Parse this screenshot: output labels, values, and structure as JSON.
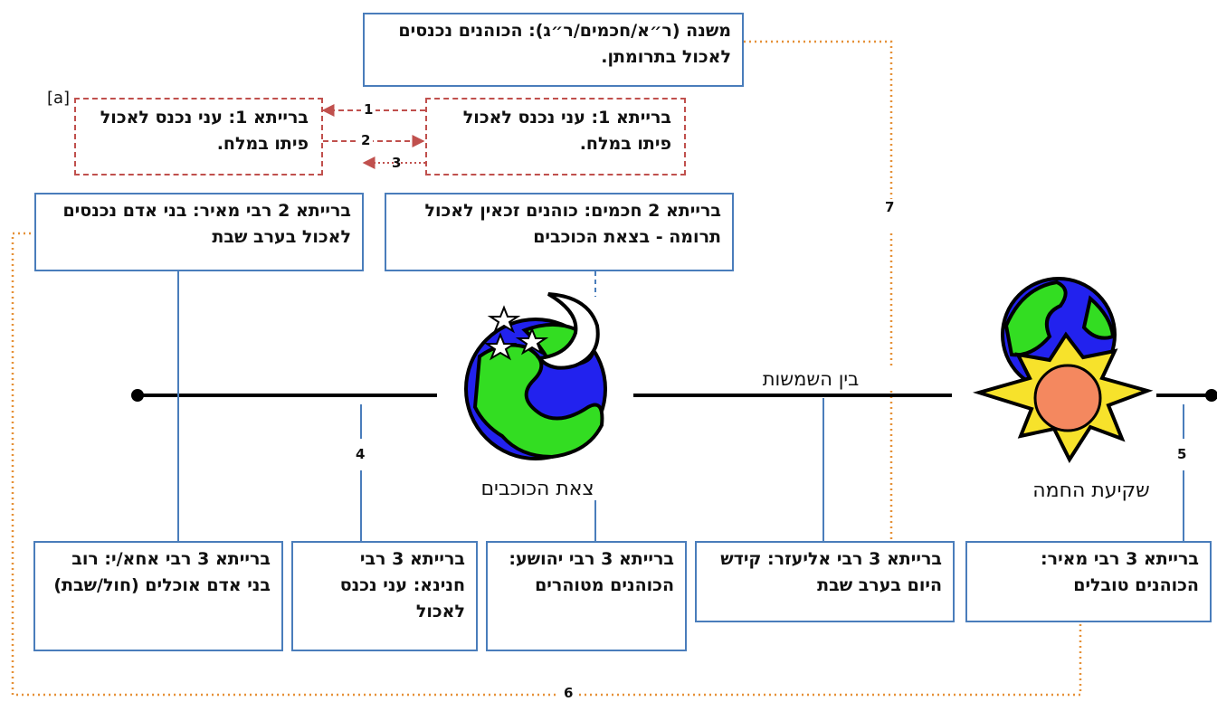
{
  "boxes": {
    "mishna": "משנה (ר״א/חכמים/ר״ג): הכוהנים נכנסים לאכול בתרומתן.",
    "b1_right": "ברייתא 1: עני נכנס לאכול פיתו במלח.",
    "b1_left": "ברייתא 1: עני נכנס לאכול פיתו במלח.",
    "b2_chachamim": "ברייתא 2 חכמים: כוהנים זכאין לאכול תרומה - בצאת הכוכבים",
    "b2_meir": "ברייתא 2 רבי מאיר: בני אדם נכנסים לאכול בערב שבת",
    "b3_meir": "ברייתא 3 רבי מאיר: הכוהנים טובלים",
    "b3_eliezer": "ברייתא 3 רבי אליעזר: קידש היום בערב שבת",
    "b3_yehoshua": "ברייתא 3 רבי יהושע: הכוהנים מטוהרים",
    "b3_chanina": "ברייתא 3 רבי חנינא: עני נכנס לאכול",
    "b3_acha": "ברייתא 3 רבי אחא/י: רוב בני אדם אוכלים (חול/שבת)"
  },
  "timeline": {
    "sunset_label": "שקיעת החמה",
    "stars_label": "צאת הכוכבים",
    "twilight_label": "בין השמשות"
  },
  "numbers": [
    "1",
    "2",
    "3",
    "4",
    "5",
    "6",
    "7"
  ],
  "note": "[a]",
  "colors": {
    "blue_border": "#4a7dbb",
    "red_dashed": "#c0504d",
    "orange_dotted": "#e69138",
    "earth_green": "#33dd22",
    "earth_blue": "#2222ee",
    "sun_yellow": "#f7e22b",
    "sun_core": "#f4885f"
  },
  "icons": [
    "sunset-earth-sun-icon",
    "stars-earth-moon-icon"
  ]
}
